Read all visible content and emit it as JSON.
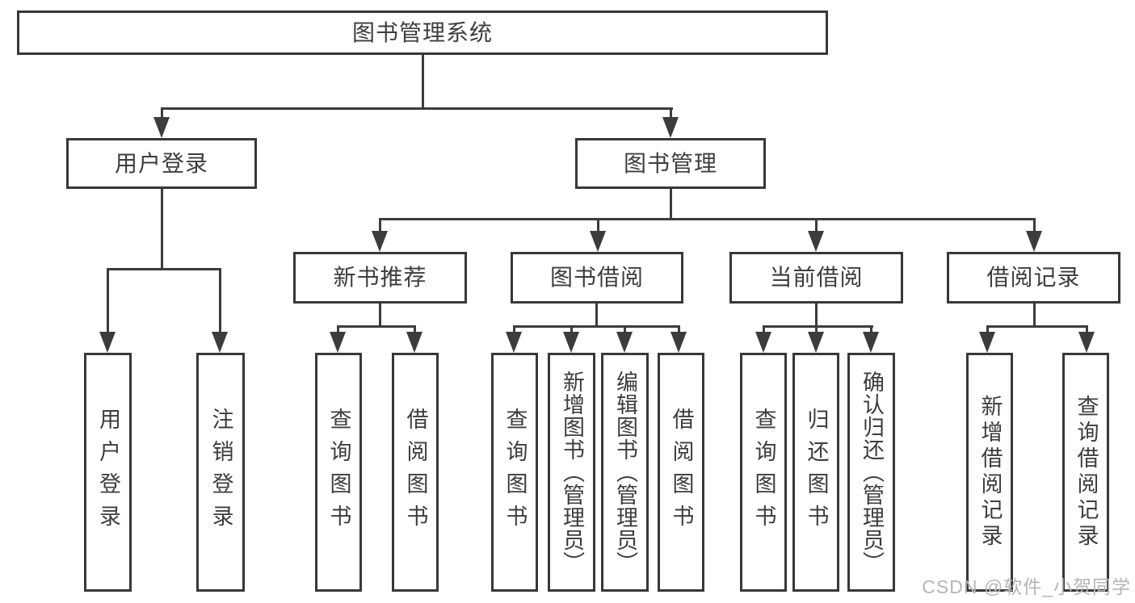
{
  "diagram": {
    "title": "图书管理系统",
    "type": "hierarchy-tree",
    "watermark": "CSDN @软件_小贺同学",
    "colors": {
      "background": "#ffffff",
      "line": "#3c3c3c",
      "border": "#383838",
      "text": "#3d3d3d",
      "watermark": "#b5b5b5"
    },
    "tree": {
      "label": "图书管理系统",
      "children": [
        {
          "label": "用户登录",
          "children": [
            "用户登录",
            "注销登录"
          ]
        },
        {
          "label": "图书管理",
          "children": [
            {
              "label": "新书推荐",
              "children": [
                "查询图书",
                "借阅图书"
              ]
            },
            {
              "label": "图书借阅",
              "children": [
                "查询图书",
                "新增图书（管理员）",
                "编辑图书（管理员）",
                "借阅图书"
              ]
            },
            {
              "label": "当前借阅",
              "children": [
                "查询图书",
                "归还图书",
                "确认归还（管理员）"
              ]
            },
            {
              "label": "借阅记录",
              "children": [
                "新增借阅记录",
                "查询借阅记录"
              ]
            }
          ]
        }
      ]
    }
  }
}
